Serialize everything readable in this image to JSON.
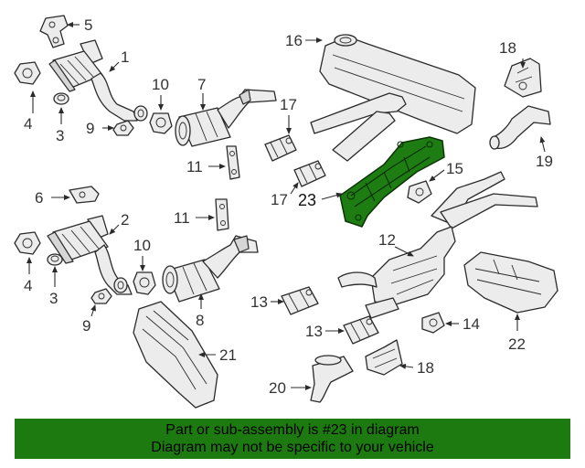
{
  "diagram": {
    "highlight_color": "#1e7d12",
    "callouts": {
      "c1": "1",
      "c2": "2",
      "c3a": "3",
      "c3b": "3",
      "c4a": "4",
      "c4b": "4",
      "c5": "5",
      "c6": "6",
      "c7": "7",
      "c8": "8",
      "c9a": "9",
      "c9b": "9",
      "c10a": "10",
      "c10b": "10",
      "c11a": "11",
      "c11b": "11",
      "c12": "12",
      "c13a": "13",
      "c13b": "13",
      "c14": "14",
      "c15": "15",
      "c16": "16",
      "c17a": "17",
      "c17b": "17",
      "c18a": "18",
      "c18b": "18",
      "c19": "19",
      "c20": "20",
      "c21": "21",
      "c22": "22",
      "c23": "23"
    }
  },
  "banner": {
    "background": "#1c7a11",
    "line1": "Part or sub-assembly is #23 in diagram",
    "line2": "Diagram may not be specific to your vehicle"
  }
}
